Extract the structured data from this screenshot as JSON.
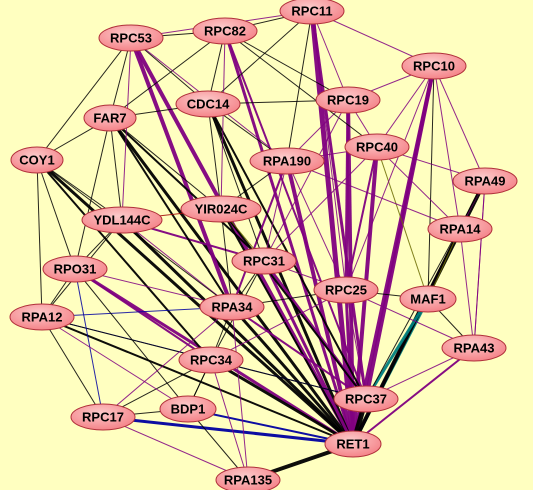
{
  "network": {
    "background": "#ffffc0",
    "node_fill": "#f47e84",
    "node_fill_light": "#fccaca",
    "node_stroke": "#b0303a",
    "edge_colors": {
      "default": "#000000",
      "purple": "#800080",
      "blue": "#0000a0",
      "teal": "#008080",
      "olive": "#6b6b00",
      "red": "#a00000"
    },
    "nodes": [
      {
        "id": "RPC11",
        "label": "RPC11"
      },
      {
        "id": "RPC53",
        "label": "RPC53"
      },
      {
        "id": "RPC82",
        "label": "RPC82"
      },
      {
        "id": "RPC10",
        "label": "RPC10"
      },
      {
        "id": "RPC19",
        "label": "RPC19"
      },
      {
        "id": "CDC14",
        "label": "CDC14"
      },
      {
        "id": "FAR7",
        "label": "FAR7"
      },
      {
        "id": "RPC40",
        "label": "RPC40"
      },
      {
        "id": "COY1",
        "label": "COY1"
      },
      {
        "id": "RPA190",
        "label": "RPA190"
      },
      {
        "id": "RPA49",
        "label": "RPA49"
      },
      {
        "id": "YIR024C",
        "label": "YIR024C"
      },
      {
        "id": "YDL144C",
        "label": "YDL144C"
      },
      {
        "id": "RPA14",
        "label": "RPA14"
      },
      {
        "id": "RPC31",
        "label": "RPC31"
      },
      {
        "id": "RPO31",
        "label": "RPO31"
      },
      {
        "id": "RPC25",
        "label": "RPC25"
      },
      {
        "id": "MAF1",
        "label": "MAF1"
      },
      {
        "id": "RPA12",
        "label": "RPA12"
      },
      {
        "id": "RPA34",
        "label": "RPA34"
      },
      {
        "id": "RPA43",
        "label": "RPA43"
      },
      {
        "id": "RPC34",
        "label": "RPC34"
      },
      {
        "id": "RPC37",
        "label": "RPC37"
      },
      {
        "id": "BDP1",
        "label": "BDP1"
      },
      {
        "id": "RPC17",
        "label": "RPC17"
      },
      {
        "id": "RET1",
        "label": "RET1"
      },
      {
        "id": "RPA135",
        "label": "RPA135"
      }
    ],
    "edges": [
      [
        "RPC11",
        "RET1",
        "purple",
        5
      ],
      [
        "RPC53",
        "RET1",
        "purple",
        4
      ],
      [
        "RPC82",
        "RET1",
        "purple",
        3
      ],
      [
        "RPC10",
        "RET1",
        "purple",
        4
      ],
      [
        "RPC19",
        "RET1",
        "purple",
        4
      ],
      [
        "RPC40",
        "RET1",
        "purple",
        4
      ],
      [
        "RPA190",
        "RET1",
        "purple",
        4
      ],
      [
        "CDC14",
        "RET1",
        "default",
        3
      ],
      [
        "FAR7",
        "RET1",
        "default",
        3
      ],
      [
        "COY1",
        "RET1",
        "default",
        3
      ],
      [
        "YDL144C",
        "RET1",
        "default",
        3
      ],
      [
        "YIR024C",
        "RET1",
        "default",
        2
      ],
      [
        "RPO31",
        "RET1",
        "purple",
        3
      ],
      [
        "RPA12",
        "RET1",
        "default",
        2
      ],
      [
        "RPA34",
        "RET1",
        "default",
        3
      ],
      [
        "RPC31",
        "RET1",
        "purple",
        3
      ],
      [
        "RPC25",
        "RET1",
        "purple",
        3
      ],
      [
        "MAF1",
        "RET1",
        "teal",
        3
      ],
      [
        "RPA14",
        "RET1",
        "purple",
        2
      ],
      [
        "RPA49",
        "RET1",
        "default",
        4
      ],
      [
        "RPA43",
        "RET1",
        "purple",
        2
      ],
      [
        "RPC34",
        "RET1",
        "default",
        3
      ],
      [
        "RPC37",
        "RET1",
        "default",
        5
      ],
      [
        "BDP1",
        "RET1",
        "blue",
        2
      ],
      [
        "RPC17",
        "RET1",
        "blue",
        3
      ],
      [
        "RPA135",
        "RET1",
        "default",
        4
      ],
      [
        "RPC10",
        "RPC37",
        "purple",
        4
      ],
      [
        "MAF1",
        "RPC37",
        "teal",
        3
      ],
      [
        "RPC31",
        "RPC37",
        "purple",
        3
      ],
      [
        "RPC11",
        "RPC37",
        "purple",
        3
      ],
      [
        "RPC53",
        "RPA34",
        "purple",
        4
      ],
      [
        "RPC82",
        "RPC37",
        "purple",
        2
      ],
      [
        "RPC19",
        "RPC25",
        "purple",
        3
      ],
      [
        "RPC40",
        "RPC25",
        "purple",
        2
      ],
      [
        "RPA190",
        "RPA34",
        "purple",
        2
      ],
      [
        "YIR024C",
        "RPC37",
        "default",
        2
      ],
      [
        "CDC14",
        "RPC37",
        "default",
        2
      ],
      [
        "FAR7",
        "RPC31",
        "default",
        2
      ],
      [
        "COY1",
        "RPC34",
        "default",
        2
      ],
      [
        "YDL144C",
        "RPC31",
        "purple",
        2
      ],
      [
        "RPO31",
        "RPC34",
        "purple",
        2
      ],
      [
        "RPA12",
        "RPC37",
        "blue",
        1
      ],
      [
        "RPA34",
        "RPC37",
        "purple",
        2
      ],
      [
        "RPC34",
        "RPC37",
        "default",
        1
      ],
      [
        "RPA43",
        "RPA14",
        "purple",
        1
      ],
      [
        "RPA49",
        "RPA14",
        "purple",
        1
      ],
      [
        "RPA43",
        "RPA49",
        "purple",
        1
      ],
      [
        "RPC17",
        "RPC34",
        "default",
        1
      ],
      [
        "BDP1",
        "RPC34",
        "default",
        1
      ],
      [
        "RPA135",
        "RPC34",
        "purple",
        1
      ],
      [
        "RPA135",
        "RPA34",
        "purple",
        1
      ],
      [
        "RPA135",
        "RPC17",
        "purple",
        1
      ],
      [
        "RPA12",
        "RPC17",
        "default",
        1
      ],
      [
        "COY1",
        "RPO31",
        "default",
        1
      ],
      [
        "COY1",
        "YDL144C",
        "default",
        1
      ],
      [
        "COY1",
        "FAR7",
        "default",
        1
      ],
      [
        "COY1",
        "RPC53",
        "default",
        1
      ],
      [
        "FAR7",
        "RPC53",
        "default",
        1
      ],
      [
        "FAR7",
        "CDC14",
        "default",
        1
      ],
      [
        "FAR7",
        "YIR024C",
        "default",
        1
      ],
      [
        "FAR7",
        "RPA34",
        "default",
        2
      ],
      [
        "RPC53",
        "RPC11",
        "purple",
        1
      ],
      [
        "RPC53",
        "RPC82",
        "default",
        1
      ],
      [
        "RPC82",
        "RPC11",
        "default",
        1
      ],
      [
        "RPC11",
        "RPC10",
        "purple",
        1
      ],
      [
        "RPC10",
        "RPA49",
        "purple",
        1
      ],
      [
        "RPC10",
        "RPC19",
        "purple",
        1
      ],
      [
        "RPC10",
        "RPC40",
        "purple",
        1
      ],
      [
        "RPC10",
        "MAF1",
        "default",
        1
      ],
      [
        "RPC10",
        "RPA14",
        "purple",
        1
      ],
      [
        "RPC19",
        "RPC40",
        "purple",
        1
      ],
      [
        "RPC19",
        "RPA190",
        "purple",
        1
      ],
      [
        "RPC40",
        "RPA190",
        "purple",
        1
      ],
      [
        "RPC40",
        "MAF1",
        "olive",
        1
      ],
      [
        "RPA190",
        "YIR024C",
        "default",
        1
      ],
      [
        "RPA190",
        "RPC31",
        "purple",
        1
      ],
      [
        "RPA190",
        "RPC25",
        "purple",
        1
      ],
      [
        "CDC14",
        "RPC82",
        "default",
        1
      ],
      [
        "CDC14",
        "RPA190",
        "default",
        1
      ],
      [
        "CDC14",
        "YIR024C",
        "default",
        1
      ],
      [
        "CDC14",
        "RPC19",
        "default",
        1
      ],
      [
        "YIR024C",
        "RPC31",
        "olive",
        1
      ],
      [
        "YIR024C",
        "RPA34",
        "default",
        1
      ],
      [
        "YIR024C",
        "YDL144C",
        "red",
        1
      ],
      [
        "YDL144C",
        "RPO31",
        "default",
        1
      ],
      [
        "YDL144C",
        "RPA12",
        "default",
        1
      ],
      [
        "YDL144C",
        "RPA34",
        "purple",
        1
      ],
      [
        "RPO31",
        "RPA12",
        "default",
        1
      ],
      [
        "RPO31",
        "RPA34",
        "purple",
        1
      ],
      [
        "RPA12",
        "RPA34",
        "blue",
        1
      ],
      [
        "RPA12",
        "RPC34",
        "default",
        1
      ],
      [
        "RPA34",
        "RPC34",
        "default",
        1
      ],
      [
        "RPA34",
        "RPC31",
        "default",
        1
      ],
      [
        "RPC31",
        "RPC25",
        "purple",
        1
      ],
      [
        "RPC25",
        "MAF1",
        "default",
        1
      ],
      [
        "RPC25",
        "RPC37",
        "purple",
        1
      ],
      [
        "RPC25",
        "RPA43",
        "purple",
        1
      ],
      [
        "MAF1",
        "RPA43",
        "default",
        1
      ],
      [
        "MAF1",
        "RPA14",
        "olive",
        1
      ],
      [
        "RPA14",
        "RPA190",
        "purple",
        1
      ],
      [
        "RPA49",
        "RPC40",
        "purple",
        1
      ],
      [
        "RPA43",
        "RPC37",
        "purple",
        1
      ],
      [
        "RPC34",
        "BDP1",
        "default",
        1
      ],
      [
        "BDP1",
        "RPC17",
        "default",
        1
      ],
      [
        "BDP1",
        "RPA135",
        "default",
        1
      ],
      [
        "RPC17",
        "RPO31",
        "blue",
        1
      ],
      [
        "RPC11",
        "RPC19",
        "purple",
        1
      ],
      [
        "RPC11",
        "CDC14",
        "default",
        1
      ],
      [
        "RPC11",
        "RPA190",
        "default",
        1
      ],
      [
        "RPC82",
        "FAR7",
        "default",
        1
      ],
      [
        "RPC82",
        "YIR024C",
        "purple",
        1
      ],
      [
        "RPC82",
        "RPC40",
        "default",
        1
      ],
      [
        "RPC53",
        "CDC14",
        "default",
        1
      ],
      [
        "RPC53",
        "YDL144C",
        "purple",
        1
      ],
      [
        "COY1",
        "RPA12",
        "default",
        1
      ],
      [
        "COY1",
        "RPA34",
        "default",
        1
      ],
      [
        "RPC19",
        "RPC31",
        "purple",
        1
      ],
      [
        "RPC40",
        "RPC31",
        "purple",
        1
      ],
      [
        "RPC40",
        "RPA14",
        "purple",
        1
      ],
      [
        "RPA49",
        "RPA43",
        "purple",
        1
      ],
      [
        "RPA49",
        "RPC37",
        "default",
        1
      ],
      [
        "RPC10",
        "RPC25",
        "purple",
        1
      ],
      [
        "RPC11",
        "RPC25",
        "purple",
        1
      ],
      [
        "FAR7",
        "RPO31",
        "default",
        1
      ],
      [
        "FAR7",
        "YDL144C",
        "default",
        1
      ],
      [
        "RPC53",
        "RPA190",
        "purple",
        1
      ],
      [
        "RPC82",
        "RPC19",
        "default",
        1
      ],
      [
        "CDC14",
        "RPC31",
        "default",
        1
      ],
      [
        "RPC31",
        "RPC34",
        "default",
        1
      ],
      [
        "RPA34",
        "RPC25",
        "default",
        1
      ],
      [
        "RPC34",
        "RPC25",
        "purple",
        1
      ],
      [
        "RPA12",
        "BDP1",
        "purple",
        1
      ],
      [
        "RPO31",
        "BDP1",
        "default",
        1
      ],
      [
        "RPC17",
        "RPA34",
        "purple",
        1
      ]
    ]
  }
}
